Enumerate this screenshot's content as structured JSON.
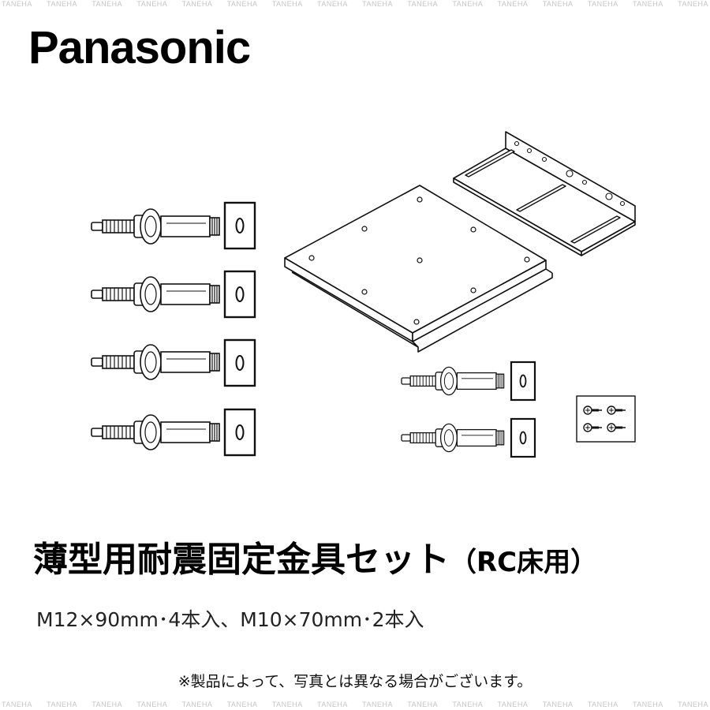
{
  "watermark": {
    "text": "TANEHA",
    "repeat_count": 16
  },
  "brand": {
    "name": "Panasonic"
  },
  "product": {
    "title": "薄型用耐震固定金具セット",
    "title_suffix": "（RC床用）",
    "spec": "M12×90mm･4本入、M10×70mm･2本入"
  },
  "note": {
    "text": "※製品によって、写真とは異なる場合がございます。"
  },
  "illustration": {
    "large_anchor_bolt_count": 4,
    "small_anchor_bolt_count": 2,
    "screw_count": 4
  }
}
